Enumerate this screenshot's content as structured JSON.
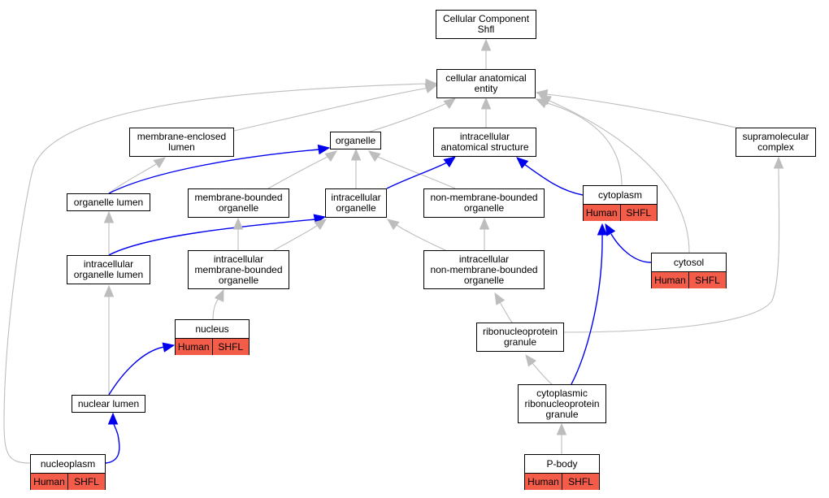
{
  "colors": {
    "edge_default": "#bdbdbd",
    "edge_highlight": "#0000ee",
    "badge_fill": "#f45c4a",
    "node_border": "#000000",
    "node_fill": "#ffffff"
  },
  "nodes": {
    "cellular_component": {
      "line1": "Cellular Component",
      "line2": "Shfl"
    },
    "cellular_anatomical_entity": {
      "line1": "cellular anatomical",
      "line2": "entity"
    },
    "membrane_enclosed_lumen": {
      "line1": "membrane-enclosed",
      "line2": "lumen"
    },
    "organelle": {
      "line1": "organelle"
    },
    "intracellular_anatomical_structure": {
      "line1": "intracellular",
      "line2": "anatomical structure"
    },
    "supramolecular_complex": {
      "line1": "supramolecular",
      "line2": "complex"
    },
    "organelle_lumen": {
      "line1": "organelle lumen"
    },
    "membrane_bounded_organelle": {
      "line1": "membrane-bounded",
      "line2": "organelle"
    },
    "intracellular_organelle": {
      "line1": "intracellular",
      "line2": "organelle"
    },
    "non_membrane_bounded_organelle": {
      "line1": "non-membrane-bounded",
      "line2": "organelle"
    },
    "cytoplasm": {
      "line1": "cytoplasm",
      "badge1": "Human",
      "badge2": "SHFL"
    },
    "intracellular_organelle_lumen": {
      "line1": "intracellular",
      "line2": "organelle lumen"
    },
    "intracellular_membrane_bounded_organelle": {
      "line1": "intracellular",
      "line2": "membrane-bounded",
      "line3": "organelle"
    },
    "intracellular_non_membrane_bounded_organelle": {
      "line1": "intracellular",
      "line2": "non-membrane-bounded",
      "line3": "organelle"
    },
    "cytosol": {
      "line1": "cytosol",
      "badge1": "Human",
      "badge2": "SHFL"
    },
    "nucleus": {
      "line1": "nucleus",
      "badge1": "Human",
      "badge2": "SHFL"
    },
    "ribonucleoprotein_granule": {
      "line1": "ribonucleoprotein",
      "line2": "granule"
    },
    "nuclear_lumen": {
      "line1": "nuclear lumen"
    },
    "cytoplasmic_ribonucleoprotein_granule": {
      "line1": "cytoplasmic",
      "line2": "ribonucleoprotein",
      "line3": "granule"
    },
    "nucleoplasm": {
      "line1": "nucleoplasm",
      "badge1": "Human",
      "badge2": "SHFL"
    },
    "p_body": {
      "line1": "P-body",
      "badge1": "Human",
      "badge2": "SHFL"
    }
  }
}
